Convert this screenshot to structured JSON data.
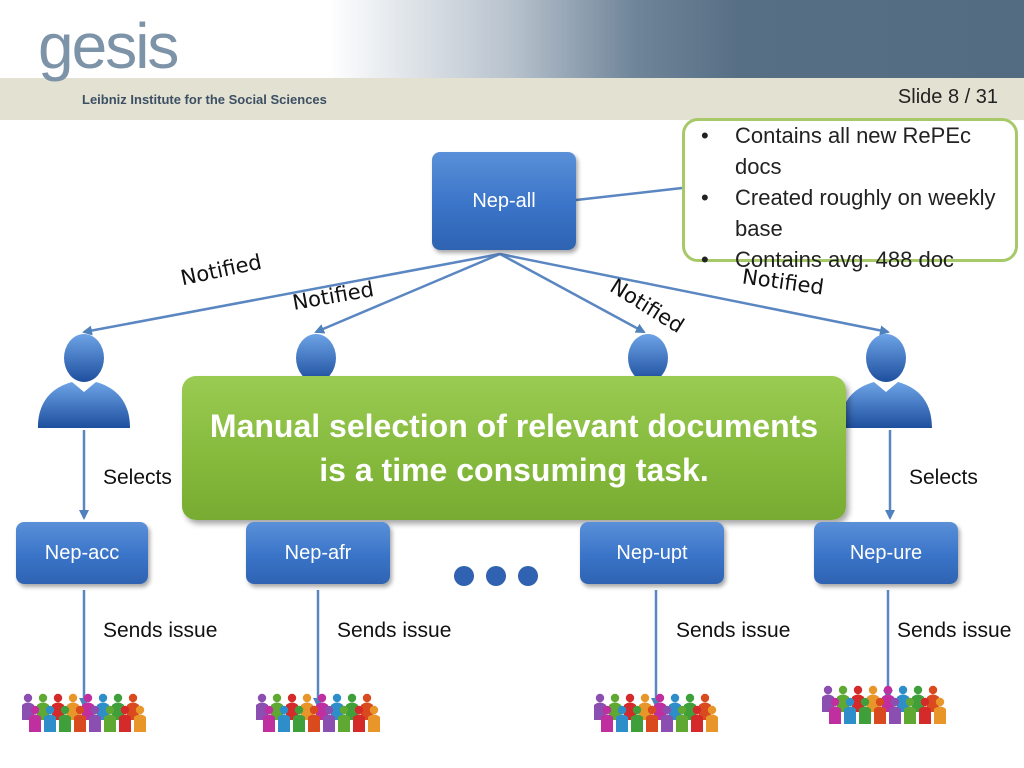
{
  "header": {
    "logo_word": "gesis",
    "logo_sub": "Leibniz Institute for the Social Sciences",
    "slide": "Slide 8 /  31"
  },
  "callout": {
    "items": [
      "Contains all new RePEc docs",
      "Created roughly on weekly base",
      "Contains avg. 488 doc"
    ]
  },
  "boxes": {
    "root": "Nep-all",
    "acc": "Nep-acc",
    "afr": "Nep-afr",
    "upt": "Nep-upt",
    "ure": "Nep-ure"
  },
  "edges": {
    "notified": "Notified",
    "selects": "Selects",
    "sends": "Sends issue"
  },
  "message": "Manual selection of relevant documents is a time consuming task.",
  "colors": {
    "box_blue": "#3a74c8",
    "green": "#84b93c",
    "arrow": "#4f81bd"
  },
  "icons": {
    "person": "user-silhouette-icon",
    "crowd": "people-group-icon",
    "ellipsis": "ellipsis-dots-icon"
  }
}
